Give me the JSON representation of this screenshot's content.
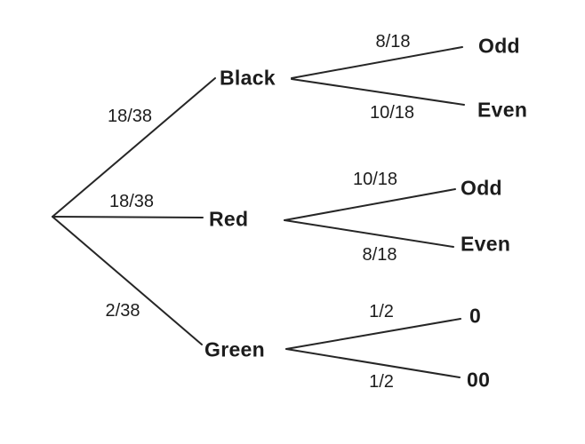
{
  "tree": {
    "root_branches": [
      {
        "probability": "18/38",
        "label": "Black",
        "children": [
          {
            "probability": "8/18",
            "label": "Odd"
          },
          {
            "probability": "10/18",
            "label": "Even"
          }
        ]
      },
      {
        "probability": "18/38",
        "label": "Red",
        "children": [
          {
            "probability": "10/18",
            "label": "Odd"
          },
          {
            "probability": "8/18",
            "label": "Even"
          }
        ]
      },
      {
        "probability": "2/38",
        "label": "Green",
        "children": [
          {
            "probability": "1/2",
            "label": "0"
          },
          {
            "probability": "1/2",
            "label": "00"
          }
        ]
      }
    ],
    "colors": {
      "line": "#262626",
      "text": "#1c1c1c",
      "background": "#ffffff"
    }
  }
}
